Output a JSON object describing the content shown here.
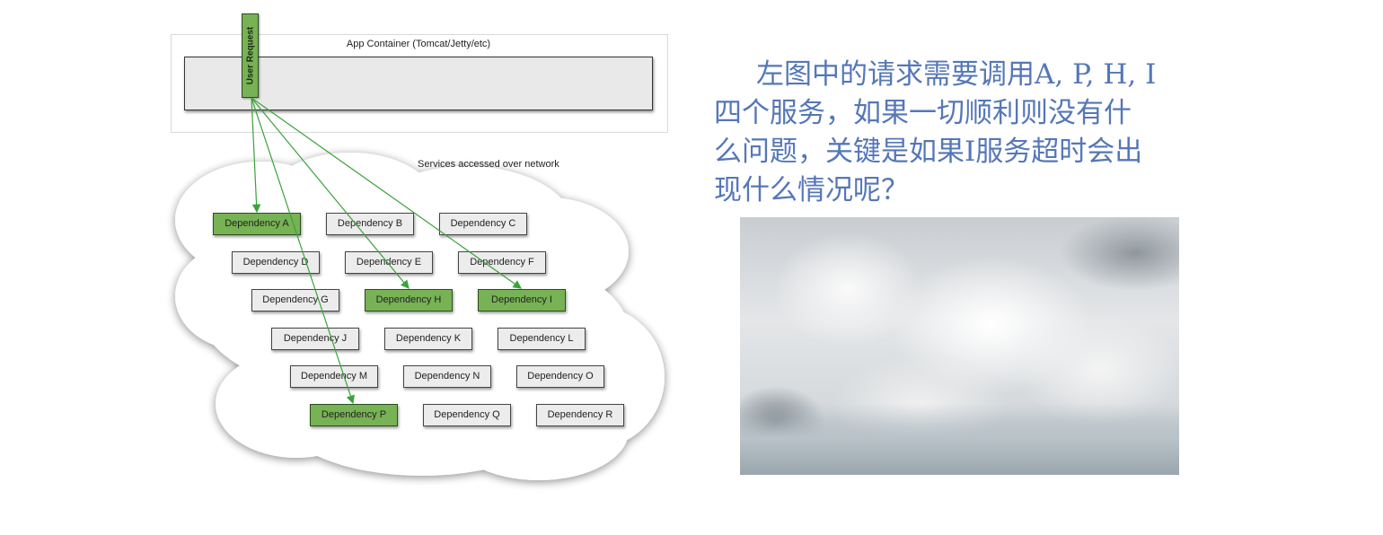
{
  "diagram": {
    "container_title": "App Container (Tomcat/Jetty/etc)",
    "user_request": "User Request",
    "services_label": "Services accessed over network",
    "dependencies": [
      {
        "label": "Dependency A",
        "active": true
      },
      {
        "label": "Dependency B",
        "active": false
      },
      {
        "label": "Dependency C",
        "active": false
      },
      {
        "label": "Dependency D",
        "active": false
      },
      {
        "label": "Dependency E",
        "active": false
      },
      {
        "label": "Dependency F",
        "active": false
      },
      {
        "label": "Dependency G",
        "active": false
      },
      {
        "label": "Dependency H",
        "active": true
      },
      {
        "label": "Dependency I",
        "active": true
      },
      {
        "label": "Dependency J",
        "active": false
      },
      {
        "label": "Dependency K",
        "active": false
      },
      {
        "label": "Dependency L",
        "active": false
      },
      {
        "label": "Dependency M",
        "active": false
      },
      {
        "label": "Dependency N",
        "active": false
      },
      {
        "label": "Dependency O",
        "active": false
      },
      {
        "label": "Dependency P",
        "active": true
      },
      {
        "label": "Dependency Q",
        "active": false
      },
      {
        "label": "Dependency R",
        "active": false
      }
    ],
    "active_color": "#77b255",
    "arrow_color": "#3aa33a"
  },
  "text": {
    "lines": [
      "左图中的请求需要调用A, P, H, I",
      "四个服务，如果一切顺利则没有什",
      "么问题，关键是如果I服务超时会出",
      "现什么情况呢？"
    ],
    "color": "#5577b8"
  }
}
